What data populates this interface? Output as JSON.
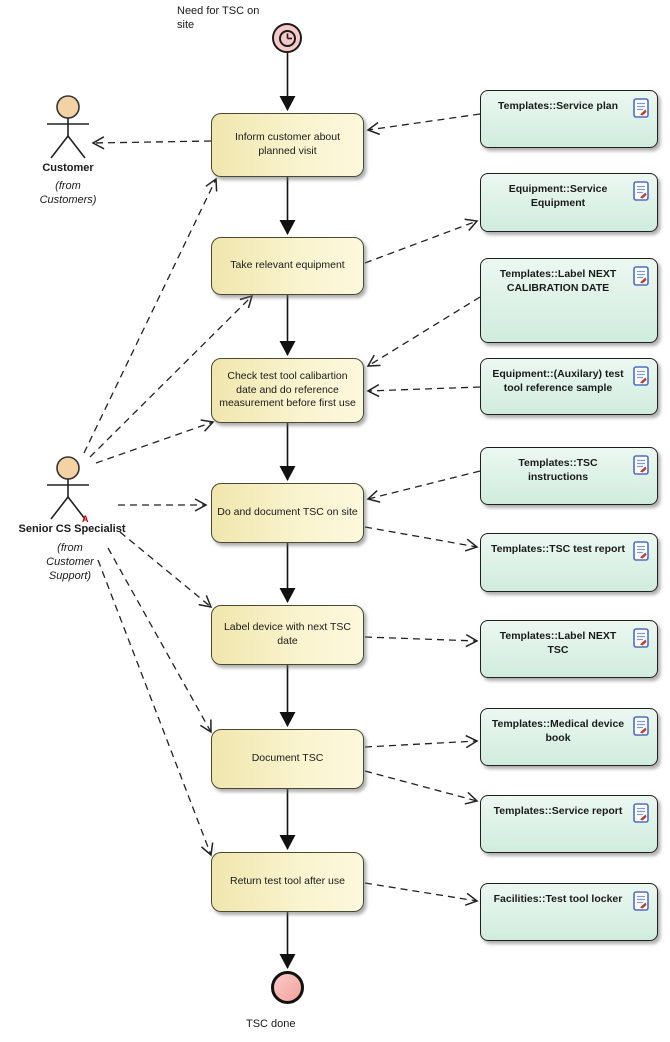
{
  "start_node": {
    "label": "Need for TSC on site",
    "icon": "timer-clock-icon"
  },
  "end_node": {
    "label": "TSC done"
  },
  "activities": [
    {
      "label": "Inform customer about planned visit"
    },
    {
      "label": "Take relevant equipment"
    },
    {
      "label": "Check test tool calibartion date and do reference measurement before first use"
    },
    {
      "label": "Do and document TSC on site"
    },
    {
      "label": "Label device with next TSC date"
    },
    {
      "label": "Document TSC"
    },
    {
      "label": "Return test tool after use"
    }
  ],
  "actors": [
    {
      "name": "Customer",
      "from": "(from Customers)"
    },
    {
      "name": "Senior CS Specialist",
      "from": "(from Customer Support)",
      "badge": "A"
    }
  ],
  "artifacts": [
    {
      "label": "Templates::Service plan",
      "icon": "document-icon"
    },
    {
      "label": "Equipment::Service Equipment",
      "icon": "document-icon"
    },
    {
      "label": "Templates::Label NEXT CALIBRATION DATE",
      "icon": "document-icon"
    },
    {
      "label": "Equipment::(Auxilary) test tool reference sample",
      "icon": "document-icon"
    },
    {
      "label": "Templates::TSC instructions",
      "icon": "document-icon"
    },
    {
      "label": "Templates::TSC test report",
      "icon": "document-icon"
    },
    {
      "label": "Templates::Label NEXT TSC",
      "icon": "document-icon"
    },
    {
      "label": "Templates::Medical device book",
      "icon": "document-icon"
    },
    {
      "label": "Templates::Service report",
      "icon": "document-icon"
    },
    {
      "label": "Facilities::Test tool locker",
      "icon": "document-icon"
    }
  ],
  "colors": {
    "activity_fill_dark": "#f0e6ae",
    "activity_fill_light": "#f9f3cd",
    "artifact_fill_light": "#ecf8f1",
    "artifact_fill_dark": "#d0ecdd",
    "node_pink_light": "#f8c9c9",
    "node_pink_dark": "#f3a29c",
    "actor_head": "#f3d3a3",
    "icon_blue": "#4f6fc1",
    "icon_red": "#c0392b"
  }
}
